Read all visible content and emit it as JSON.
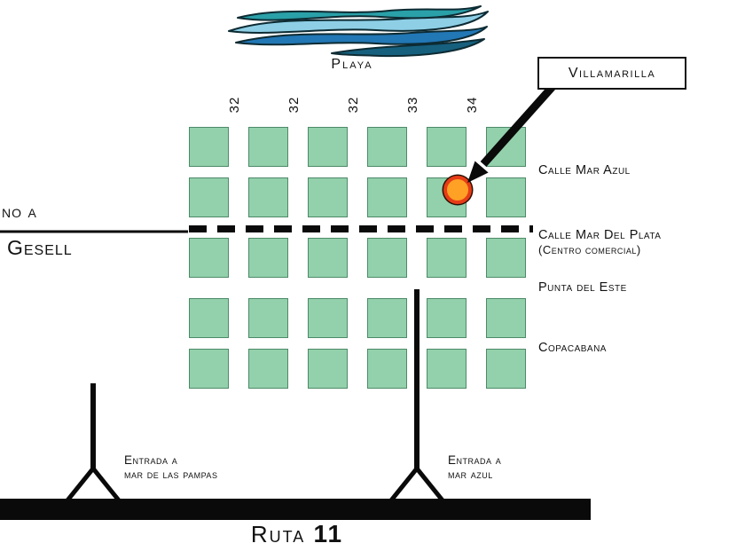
{
  "marker_box": {
    "label": "Villamarilla"
  },
  "beach_label": "Playa",
  "grid": {
    "columns": 6,
    "rows": 5,
    "street_numbers": [
      "32",
      "32",
      "32",
      "33",
      "34"
    ]
  },
  "streets": {
    "mar_azul": "Calle Mar Azul",
    "mar_del_plata": "Calle Mar Del Plata",
    "mar_del_plata_sub": "(Centro comercial)",
    "punta_del_este": "Punta del Este",
    "copacabana": "Copacabana"
  },
  "left_labels": {
    "line1": "no a",
    "line2": "Gesell"
  },
  "entrances": {
    "pampas": {
      "line1": "Entrada a",
      "line2": "mar de las pampas"
    },
    "mar_azul": {
      "line1": "Entrada a",
      "line2": "mar azul"
    }
  },
  "route": {
    "name": "Ruta",
    "number": "11"
  },
  "colors": {
    "block": "#93D1AC",
    "block_border": "#4D8A68",
    "marker_fill": "#FFA124",
    "marker_ring": "#E63C17",
    "road": "#0A0A0A",
    "wave_teal": "#2AA0A8",
    "wave_light": "#8ECFE6",
    "wave_blue": "#2277B5",
    "wave_deep": "#16607E"
  }
}
